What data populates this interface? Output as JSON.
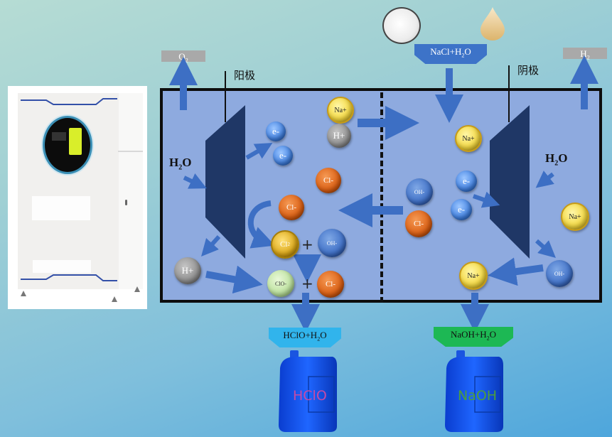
{
  "background": {
    "top_color": "#b6dcd4",
    "bottom_color": "#4ea6dc"
  },
  "machine": {
    "accent": "#3b8fb5",
    "keypad_color": "#d9ee2a"
  },
  "gases": {
    "anode_gas": {
      "main": "O",
      "sub": "2"
    },
    "cathode_gas": {
      "main": "H",
      "sub": "2"
    }
  },
  "electrodes": {
    "anode_label": "阳极",
    "cathode_label": "阴极"
  },
  "inputs": {
    "feed": {
      "pre": "NaCl+H",
      "sub": "2",
      "post": "O",
      "color": "#3d73c8"
    },
    "icons": [
      "salt-dish-icon",
      "water-drop-icon"
    ]
  },
  "anode_side": {
    "water": {
      "pre": "H",
      "sub": "2",
      "post": "O"
    },
    "ions": {
      "na_top": "Na+",
      "h_top": "H+",
      "e1": "e-",
      "e2": "e-",
      "cl_a": "Cl-",
      "cl_b": "Cl-",
      "cl2": {
        "pre": "Cl",
        "sub": "2"
      },
      "oh": "OH-",
      "h_bottom": "H+",
      "clo": "ClO-",
      "cl_c": "Cl-"
    },
    "plus_1": "+",
    "plus_2": "+"
  },
  "cathode_side": {
    "water": {
      "pre": "H",
      "sub": "2",
      "post": "O"
    },
    "ions": {
      "na_top": "Na+",
      "oh_mid": "OH-",
      "cl_mid": "Cl-",
      "e1": "e-",
      "e2": "e-",
      "na_right": "Na+",
      "oh_right": "OH-",
      "na_bottom": "Na+"
    }
  },
  "outputs": {
    "acid": {
      "pre": "HClO+H",
      "sub": "2",
      "post": "O",
      "color": "#31b4ec",
      "jug_label": "HClO",
      "jug_label_color": "#c54aa6"
    },
    "base": {
      "pre": "NaOH+H",
      "sub": "2",
      "post": "O",
      "color": "#1db854",
      "jug_label": "NaOH",
      "jug_label_color": "#4d9e3c"
    }
  }
}
